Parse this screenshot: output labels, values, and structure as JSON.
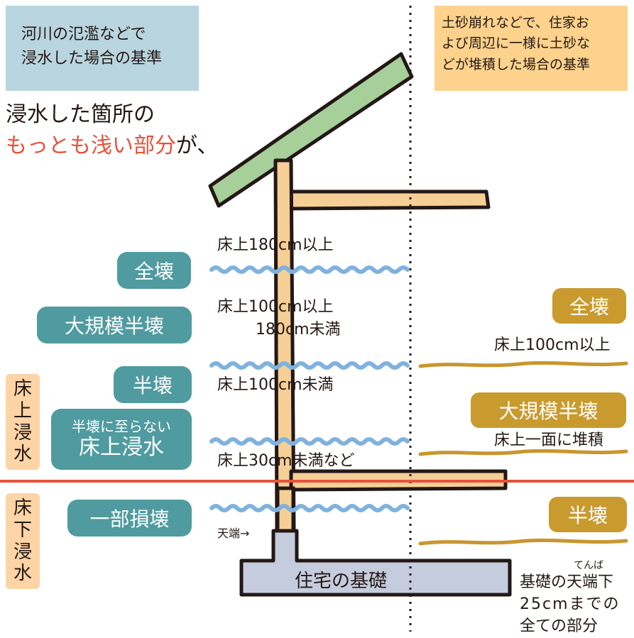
{
  "flood_header": {
    "line1": "河川の氾濫などで",
    "line2": "浸水した場合の基準"
  },
  "landslide_header": {
    "line1": "土砂崩れなどで、住家お",
    "line2": "よび周辺に一様に土砂な",
    "line3": "どが堆積した場合の基準"
  },
  "intro": {
    "line1": "浸水した箇所の",
    "highlight": "もっとも浅い部分",
    "suffix": "が、"
  },
  "left_badges": {
    "zenkai": "全壊",
    "daikibo": "大規模半壊",
    "hankai": "半壊",
    "hankai_ni_line1": "半壊に至らない",
    "hankai_ni_line2": "床上浸水",
    "ichibu": "一部損壊"
  },
  "left_levels": {
    "l180": "床上180cm以上",
    "l100_line1": "床上100cm以上",
    "l100_line2": "180cm未満",
    "l100u": "床上100cm未満",
    "l30": "床上30cm未満など"
  },
  "side_labels": {
    "yukaue": [
      "床",
      "上",
      "浸",
      "水"
    ],
    "yukashita": [
      "床",
      "下",
      "浸",
      "水"
    ]
  },
  "right_badges": {
    "zenkai": "全壊",
    "daikibo": "大規模半壊",
    "hankai": "半壊"
  },
  "right_levels": {
    "l100": "床上100cm以上",
    "ichimen": "床上一面に堆積",
    "ruby": "てんば",
    "base_line1": "基礎の天端下",
    "base_line2": "25cmまでの",
    "base_line3": "全ての部分"
  },
  "tenba_label": "天端→",
  "foundation_label": "住宅の基礎",
  "colors": {
    "teal": "#4f9b9f",
    "gold": "#c99a2e",
    "red": "#e8523a",
    "blue_wave": "#7fb2de",
    "orange_line": "#c9962f",
    "header_blue": "#b9d5df",
    "header_orange": "#fcd28c",
    "roof_green": "#a6cf9a",
    "timber": "#f6cf97",
    "foundation": "#c5ccdd"
  }
}
